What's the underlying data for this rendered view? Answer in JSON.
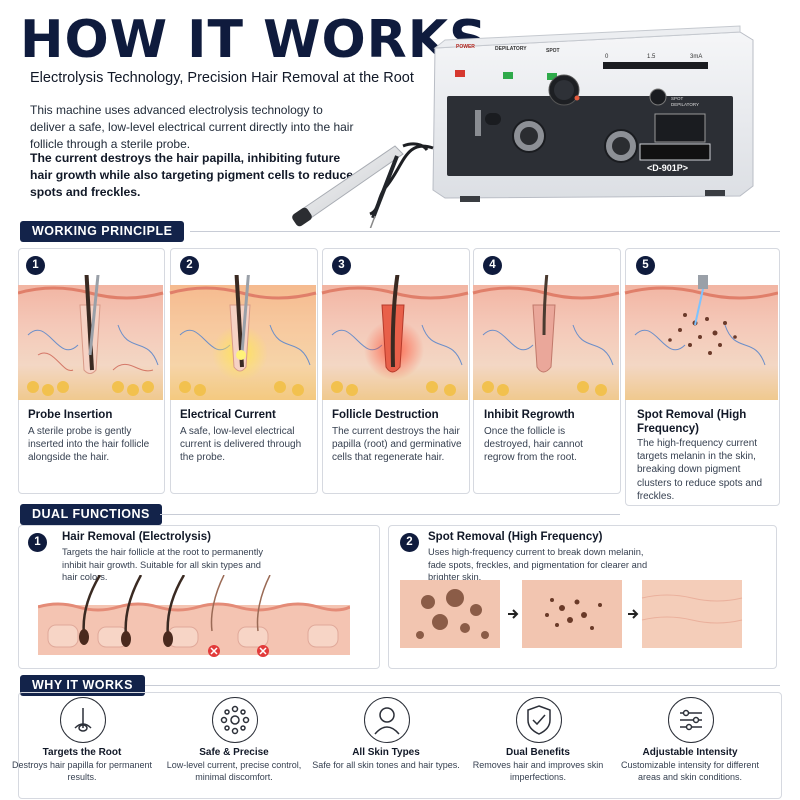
{
  "header": {
    "title": "HOW IT WORKS",
    "subtitle": "Electrolysis Technology, Precision Hair Removal at the Root",
    "intro": "This machine uses advanced electrolysis technology to deliver a safe, low-level electrical current directly into the hair follicle through a sterile probe.",
    "intro_bold": "The current destroys the hair papilla, inhibiting future hair growth while also targeting pigment cells to reduce spots and freckles."
  },
  "device": {
    "power_label": "POWER",
    "depilatory_label": "DEPILATORY",
    "spot_label": "SPOT",
    "scale_0": "0",
    "scale_mid": "1.5",
    "scale_max": "3mA",
    "switch_spot": "SPOT",
    "switch_depilatory": "DEPILATORY",
    "model": "<D-901P>",
    "colors": {
      "power_led": "#d6382f",
      "status_led": "#2faa4a"
    }
  },
  "working_principle": {
    "heading": "WORKING PRINCIPLE",
    "steps": [
      {
        "num": "1",
        "title": "Probe Insertion",
        "desc": "A sterile probe is gently inserted into the hair follicle alongside the hair."
      },
      {
        "num": "2",
        "title": "Electrical Current",
        "desc": "A safe, low-level electrical current is delivered through the probe."
      },
      {
        "num": "3",
        "title": "Follicle Destruction",
        "desc": "The current destroys the hair papilla (root) and germinative cells that regenerate hair."
      },
      {
        "num": "4",
        "title": "Inhibit Regrowth",
        "desc": "Once the follicle is destroyed, hair cannot regrow from the root."
      },
      {
        "num": "5",
        "title": "Spot Removal (High Frequency)",
        "desc": "The high-frequency current targets melanin in the skin, breaking down pigment clusters to reduce spots and freckles."
      }
    ]
  },
  "dual_functions": {
    "heading": "DUAL FUNCTIONS",
    "items": [
      {
        "num": "1",
        "title": "Hair Removal (Electrolysis)",
        "desc": "Targets the hair follicle at the root to permanently inhibit hair growth. Suitable for all skin types and hair colors."
      },
      {
        "num": "2",
        "title": "Spot Removal (High Frequency)",
        "desc": "Uses high-frequency current to break down melanin, fade spots, freckles, and pigmentation for clearer and brighter skin."
      }
    ]
  },
  "why_it_works": {
    "heading": "WHY IT WORKS",
    "items": [
      {
        "icon": "hair-follicle-icon",
        "title": "Targets the Root",
        "desc": "Destroys hair papilla for permanent results."
      },
      {
        "icon": "precision-dots-icon",
        "title": "Safe & Precise",
        "desc": "Low-level current, precise control, minimal discomfort."
      },
      {
        "icon": "person-icon",
        "title": "All Skin Types",
        "desc": "Safe for all skin tones and hair types."
      },
      {
        "icon": "shield-check-icon",
        "title": "Dual Benefits",
        "desc": "Removes hair and improves skin imperfections."
      },
      {
        "icon": "sliders-icon",
        "title": "Adjustable Intensity",
        "desc": "Customizable intensity for different areas and skin conditions."
      }
    ]
  }
}
